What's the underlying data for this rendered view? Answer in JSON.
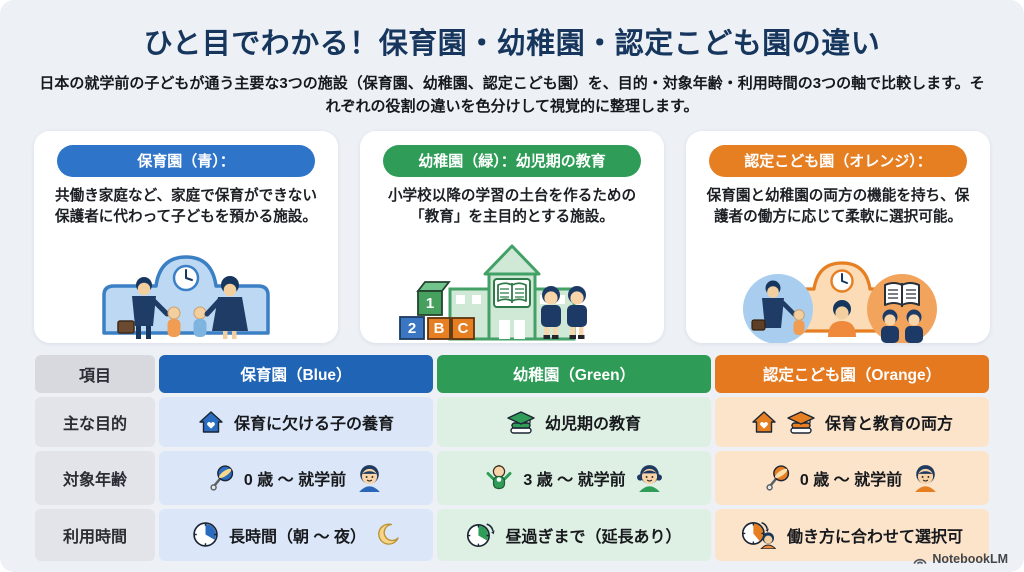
{
  "page": {
    "title": "ひと目でわかる！保育園・幼稚園・認定こども園の違い",
    "subtitle": "日本の就学前の子どもが通う主要な3つの施設（保育園、幼稚園、認定こども園）を、目的・対象年齢・利用時間の3つの軸で比較します。それぞれの役割の違いを色分けして視覚的に整理します。",
    "footer_brand": "NotebookLM"
  },
  "colors": {
    "blue": "#2a6cc0",
    "green": "#2f9d58",
    "orange": "#e67e22",
    "title_navy": "#17365d",
    "background": "#edf1f6"
  },
  "cards": [
    {
      "badge": "保育園（青）：",
      "description": "共働き家庭など、家庭で保育ができない保護者に代わって子どもを預かる施設。",
      "illustration": "working-parents-children-blue-building-with-clock"
    },
    {
      "badge": "幼稚園（緑）：幼児期の教育",
      "description": "小学校以降の学習の土台を作るための「教育」を主目的とする施設。",
      "illustration": "green-school-open-book-toy-blocks-uniformed-children",
      "blocks": [
        "1",
        "2",
        "B",
        "C"
      ]
    },
    {
      "badge": "認定こども園（オレンジ）：",
      "description": "保育園と幼稚園の両方の機能を持ち、保護者の働方に応じて柔軟に選択可能。",
      "illustration": "orange-building-care-circle-and-education-circle"
    }
  ],
  "table": {
    "headers": [
      "項目",
      "保育園（Blue）",
      "幼稚園（Green）",
      "認定こども園（Orange）"
    ],
    "rows": [
      {
        "label": "主な目的",
        "blue": {
          "icons": [
            "house-heart-icon"
          ],
          "text": "保育に欠ける子の養育"
        },
        "green": {
          "icons": [
            "graduation-books-icon"
          ],
          "text": "幼児期の教育"
        },
        "orange": {
          "icons": [
            "house-heart-icon",
            "graduation-books-icon"
          ],
          "text": "保育と教育の両方"
        }
      },
      {
        "label": "対象年齢",
        "blue": {
          "icons": [
            "rattle-icon",
            "boy-face-icon"
          ],
          "text": "0 歳 〜 就学前"
        },
        "green": {
          "icons": [
            "baby-icon",
            "girl-face-icon"
          ],
          "text": "3 歳 〜 就学前"
        },
        "orange": {
          "icons": [
            "rattle-icon",
            "boy-face-icon"
          ],
          "text": "0 歳 〜 就学前"
        }
      },
      {
        "label": "利用時間",
        "blue": {
          "icons": [
            "clock-icon",
            "moon-icon"
          ],
          "text": "長時間（朝 〜 夜）"
        },
        "green": {
          "icons": [
            "clock-extend-icon"
          ],
          "text": "昼過ぎまで（延長あり）"
        },
        "orange": {
          "icons": [
            "clock-person-icon"
          ],
          "text": "働き方に合わせて選択可"
        }
      }
    ]
  }
}
